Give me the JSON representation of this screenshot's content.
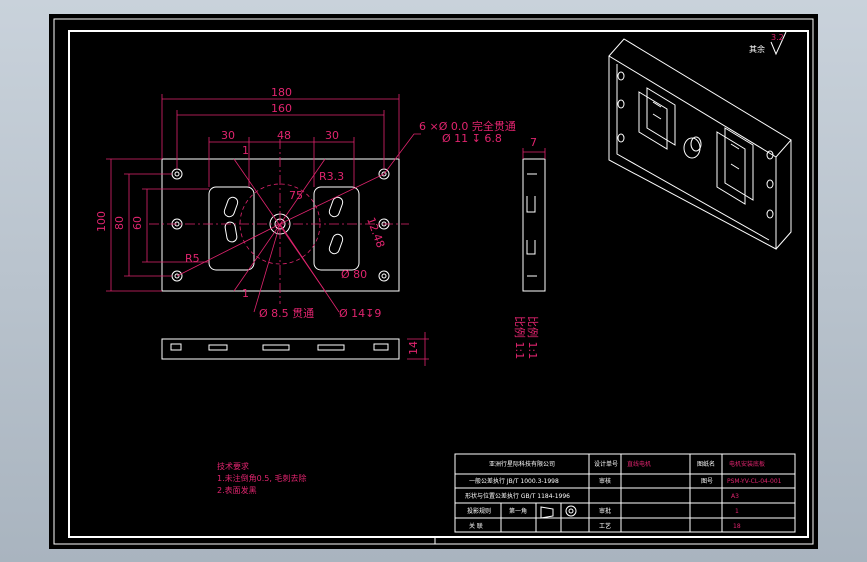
{
  "dims": {
    "d180": "180",
    "d160": "160",
    "d30a": "30",
    "d48": "48",
    "d30b": "30",
    "d100": "100",
    "d80": "80",
    "d60": "60",
    "hole_note_a": "6 ×Ø 0.0 完全贯通",
    "hole_note_b": "Ø 11 ↧ 6.8",
    "r33": "R3.3",
    "r5": "R5",
    "d12_48": "12.48",
    "d75": "75",
    "dia80": "Ø 80",
    "dia85": "Ø 8.5 贯通",
    "dia14": "Ø 14↧9",
    "d7": "7",
    "d14": "14",
    "d1a": "1",
    "d1b": "1"
  },
  "roughness": {
    "label": "其余",
    "value": "3.2"
  },
  "side_view_caption": {
    "line1": "比例 1:1",
    "line2": "比例 1:1"
  },
  "tech_requirements": {
    "title": "技术要求",
    "line1": "1.未注倒角0.5, 毛刺去除",
    "line2": "2.表面发黑"
  },
  "title_block": {
    "company": "亚洲行星际科技有限公司",
    "row2": "一般公差执行 JB/T 1000.3-1998",
    "row3": "形状与位置公差执行 GB/T 1184-1996",
    "row4a": "投影规则",
    "row4b": "第一角",
    "row5a": "关 联",
    "col_label1": "设计单号",
    "col_val1": "直线电机",
    "col_label2": "审核",
    "col_label3": "审批",
    "col_label4": "工艺",
    "col_label5": "图纸名",
    "col_val5": "电机安装底板",
    "col_label6": "图号",
    "col_val6": "PSM-YV-CL-04-001",
    "col_val7": "A3",
    "col_val8": "1",
    "col_val9": "18"
  },
  "colors": {
    "line": "#ffffff",
    "dim": "#e0246e",
    "background": "#000000",
    "window": "#b9c3cd"
  }
}
